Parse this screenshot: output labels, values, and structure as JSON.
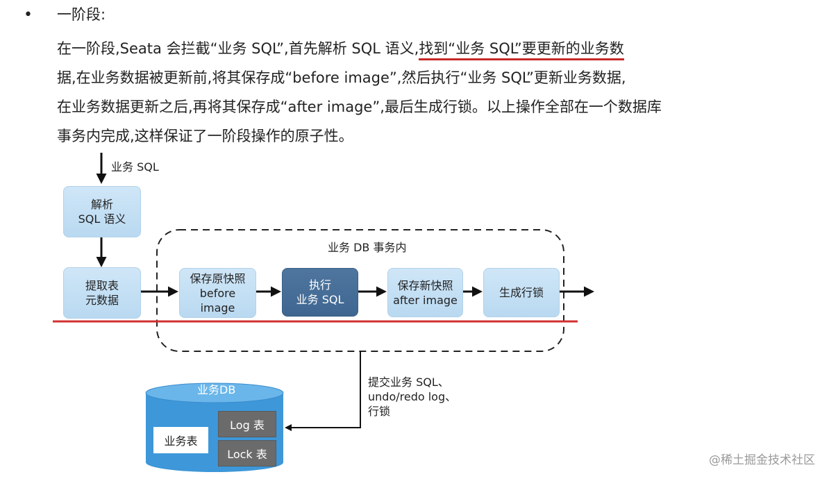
{
  "section": {
    "bullet": "•",
    "heading": "一阶段:"
  },
  "paragraph": {
    "line1_pre": "在一阶段,Seata 会拦截“业务 SQL”,首先解析 SQL 语义,",
    "line1_underlined": "找到“业务 SQL”要更新的业务数",
    "line2": "据,在业务数据被更新前,将其保存成“before image”,然后执行“业务 SQL”更新业务数据,",
    "line3": "在业务数据更新之后,再将其保存成“after image”,最后生成行锁。以上操作全部在一个数据库",
    "line4": "事务内完成,这样保证了一阶段操作的原子性。"
  },
  "diagram": {
    "input_label": "业务 SQL",
    "parse": {
      "line1": "解析",
      "line2": "SQL 语义"
    },
    "extract": {
      "line1": "提取表",
      "line2": "元数据"
    },
    "scope_label": "业务 DB 事务内",
    "save_before": {
      "line1": "保存原快照",
      "line2": "before",
      "line3": "image"
    },
    "execute": {
      "line1": "执行",
      "line2": "业务 SQL"
    },
    "save_after": {
      "line1": "保存新快照",
      "line2": "after image"
    },
    "lock": "生成行锁",
    "commit_label": {
      "line1": "提交业务 SQL、",
      "line2": "undo/redo log、",
      "line3": "行锁"
    },
    "db": {
      "title": "业务DB",
      "business_table": "业务表",
      "log_table": "Log 表",
      "lock_table": "Lock 表"
    }
  },
  "watermark": "@稀土掘金技术社区",
  "colors": {
    "underline": "#c62828",
    "box_light": "#c3def4",
    "box_dark": "#476e97",
    "db_blue": "#3d97d8",
    "db_table_gray": "#6b6b6b"
  }
}
